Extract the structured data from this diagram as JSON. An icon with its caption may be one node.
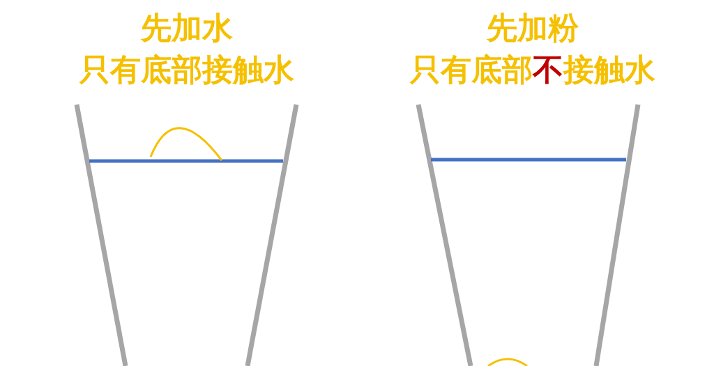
{
  "diagram": {
    "labels": [
      "先加水",
      "只有底部接触水",
      "先加粉",
      "只有底部**不**接触水"
    ]
  }
}
